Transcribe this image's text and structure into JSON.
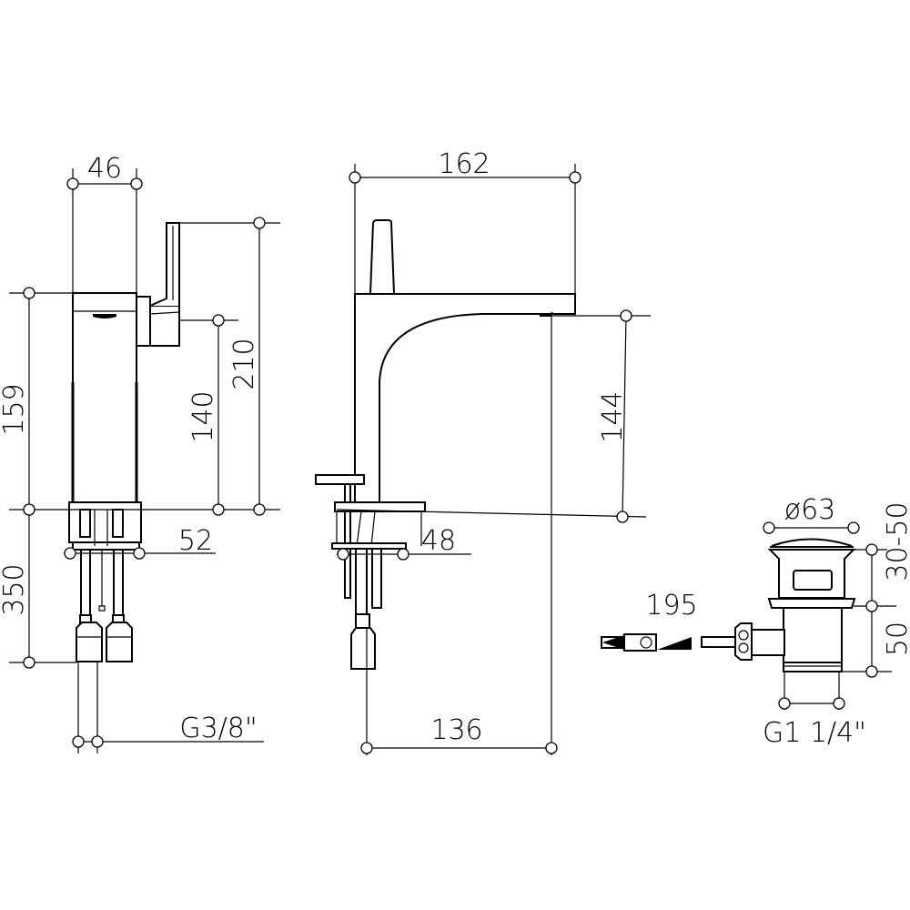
{
  "drawing": {
    "side_view": {
      "width_top": "46",
      "height_lever": "210",
      "height_spout": "140",
      "height_body": "159",
      "hose_length": "350",
      "base_width": "52",
      "connection": "G3/8\""
    },
    "front_view": {
      "total_depth": "162",
      "spout_height": "144",
      "base_width": "48",
      "spout_reach": "136"
    },
    "waste_view": {
      "diameter": "ø63",
      "adjust_range": "30-50",
      "body_height": "50",
      "rod_length": "195",
      "connection": "G1 1/4\""
    }
  },
  "colors": {
    "line": "#000000",
    "background": "#ffffff"
  }
}
